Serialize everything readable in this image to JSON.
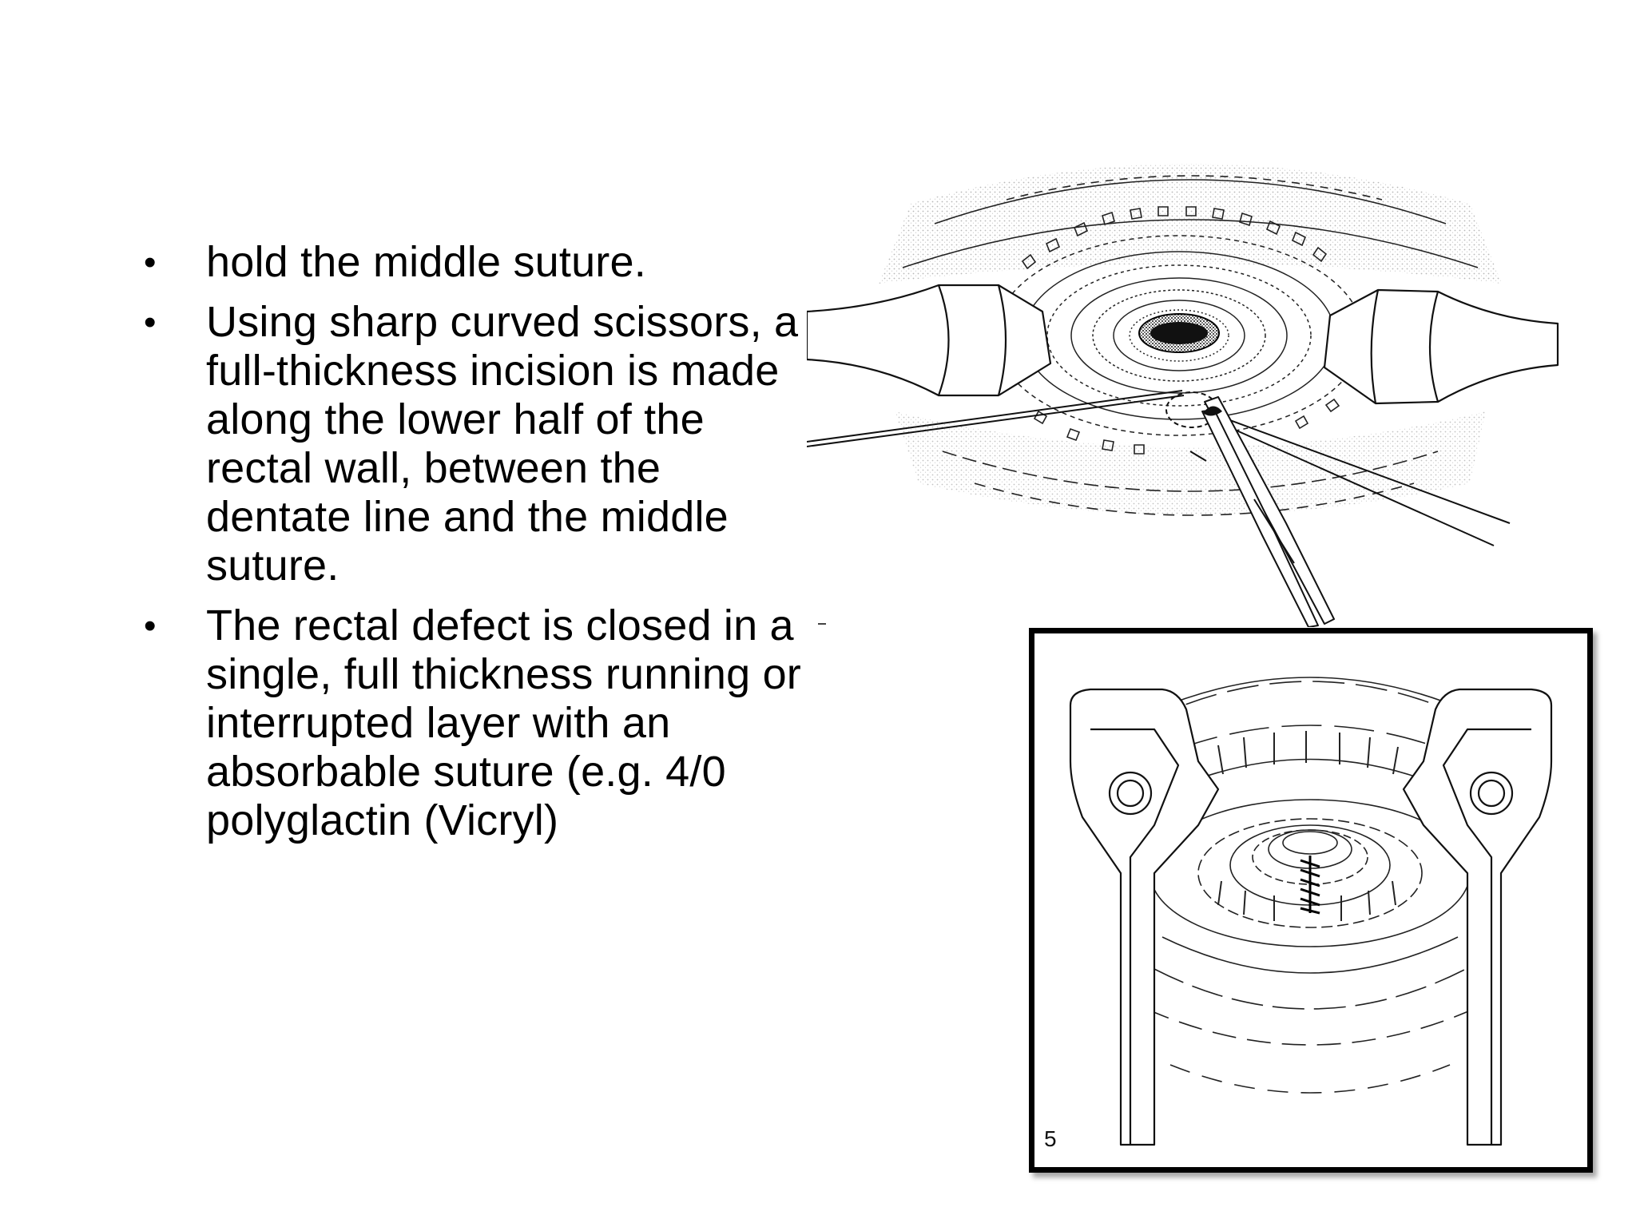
{
  "bullets": [
    {
      "text": "hold the middle suture."
    },
    {
      "text": "Using sharp curved scissors, a full-thickness incision is made along the lower half of the rectal wall, between the dentate line and the middle suture."
    },
    {
      "text": "The rectal defect is closed in a single, full thickness running or interrupted layer with an absorbable suture (e.g. 4/0 polyglactin (Vicryl)"
    }
  ],
  "bullet_glyph": "•",
  "figure_bottom": {
    "number": "5"
  }
}
